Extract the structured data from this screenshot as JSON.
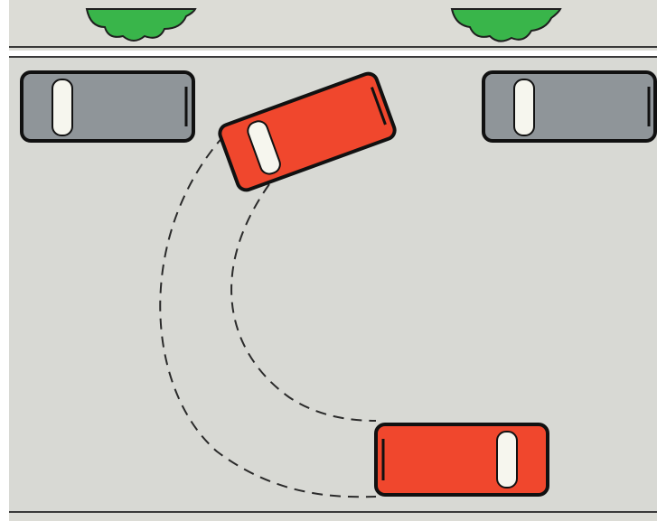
{
  "colors": {
    "road": "#d8d9d4",
    "sidewalk": "#dcdcd6",
    "curb_line": "#3a3a3a",
    "tree": "#39b54a",
    "tree_outline": "#1f1f1f",
    "parked_car": "#8f9599",
    "turning_car": "#f0472d",
    "windshield": "#f6f6ee",
    "outline": "#111111",
    "path_line": "#2a2a2a"
  },
  "scene": {
    "trees": [
      "tree-icon",
      "tree-icon"
    ],
    "parked_cars": [
      "car-icon",
      "car-icon"
    ],
    "turning_car_positions": [
      "start",
      "end"
    ],
    "path_style": "dashed"
  }
}
